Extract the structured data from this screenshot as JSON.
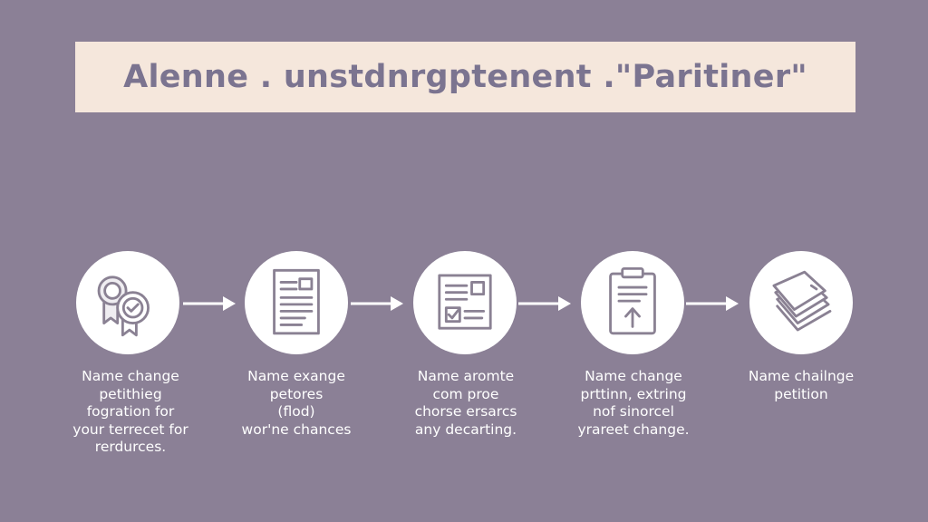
{
  "title": "Alenne . unstdnrgptenent .\"Paritiner\"",
  "colors": {
    "background": "#8b8096",
    "banner": "#f5e7dc",
    "title_text": "#7b7490",
    "circle": "#ffffff",
    "icon_stroke": "#8a8193",
    "arrow": "#ffffff",
    "label_text": "#ffffff"
  },
  "steps": [
    {
      "icon": "award-badges-icon",
      "label": "Name change\npetithieg\nfogration for\nyour terrecet for\nrerdurces."
    },
    {
      "icon": "document-icon",
      "label": "Name exange\npetores\n(flod)\nwor'ne chances"
    },
    {
      "icon": "checklist-form-icon",
      "label": "Name aromte\ncom proe\nchorse ersarcs\nany decarting."
    },
    {
      "icon": "clipboard-upload-icon",
      "label": "Name change\nprttinn, extring\nnof sinorcel\nyrareet change."
    },
    {
      "icon": "paper-stack-icon",
      "label": "Name chailnge\npetition"
    }
  ]
}
